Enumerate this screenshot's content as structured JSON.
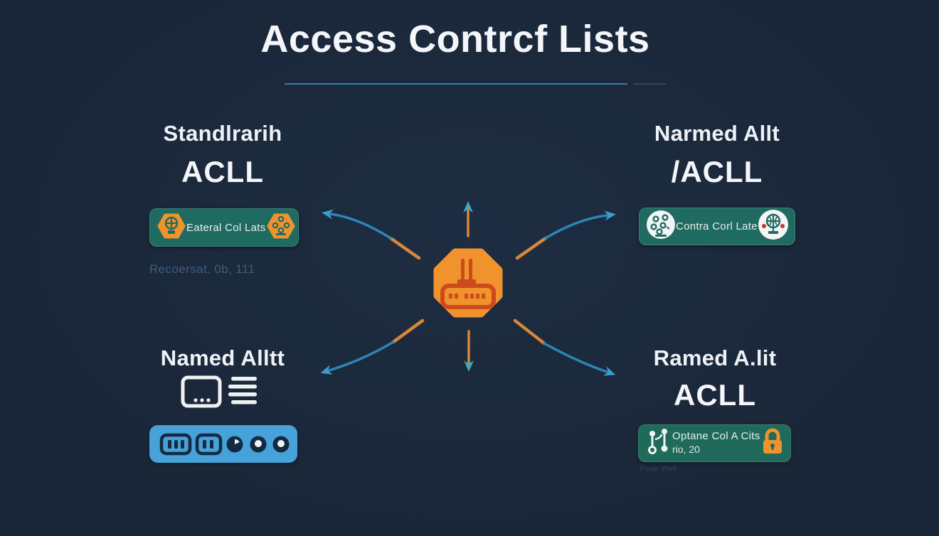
{
  "title": "Access Contrcf Lists",
  "quadrants": {
    "top_left": {
      "heading": "Standlrarih",
      "subheading": "ACLL",
      "badge_label": "Eateral Col Lats",
      "caption": "Recoersat. 0b, 111"
    },
    "top_right": {
      "heading": "Narmed Allt",
      "subheading": "/ACLL",
      "badge_label": "Contra Corl Late"
    },
    "bottom_left": {
      "heading": "Named Alltt"
    },
    "bottom_right": {
      "heading": "Ramed A.lit",
      "subheading": "ACLL",
      "badge_label": "Optane Col A Cits",
      "badge_sublabel": "rio, 20",
      "caption": "Paap Wutl"
    }
  },
  "icons": {
    "center": "router-icon",
    "top_left_badge_left": "globe-stand-hexagon-icon",
    "top_left_badge_right": "network-nodes-hexagon-icon",
    "top_right_badge_left": "network-nodes-circle-icon",
    "top_right_badge_right": "globe-circle-icon",
    "bottom_left": [
      "monitor-icon",
      "list-lines-icon"
    ],
    "bottom_left_bar": [
      "port-icon",
      "port-icon",
      "indicator-dot-icon",
      "indicator-dot-icon",
      "indicator-dot-icon"
    ],
    "bottom_right_badge_left": "git-branch-icon",
    "bottom_right_badge_right": "lock-icon",
    "arrows": [
      "up-arrow",
      "down-arrow",
      "curved-arrow-top-left",
      "curved-arrow-top-right",
      "curved-arrow-bottom-left",
      "curved-arrow-bottom-right"
    ]
  },
  "colors": {
    "background": "#1a2739",
    "title-text": "#f4f6f9",
    "underline": "#3080ab",
    "accent-orange": "#f0932d",
    "router-glyph": "#cc4a1c",
    "badge-teal": "#1f6b62",
    "badge-green": "#1f6a5b",
    "bar-blue": "#46a2d9",
    "device-dark": "#132a42",
    "arrow-blue": "#2d85b5",
    "arrowhead-blue": "#3d9ecb",
    "arrowhead-teal": "#3fadbd",
    "arrow-orange": "#d9863a",
    "caption-blue": "#3e5d80",
    "faint-text": "#2a4763"
  }
}
